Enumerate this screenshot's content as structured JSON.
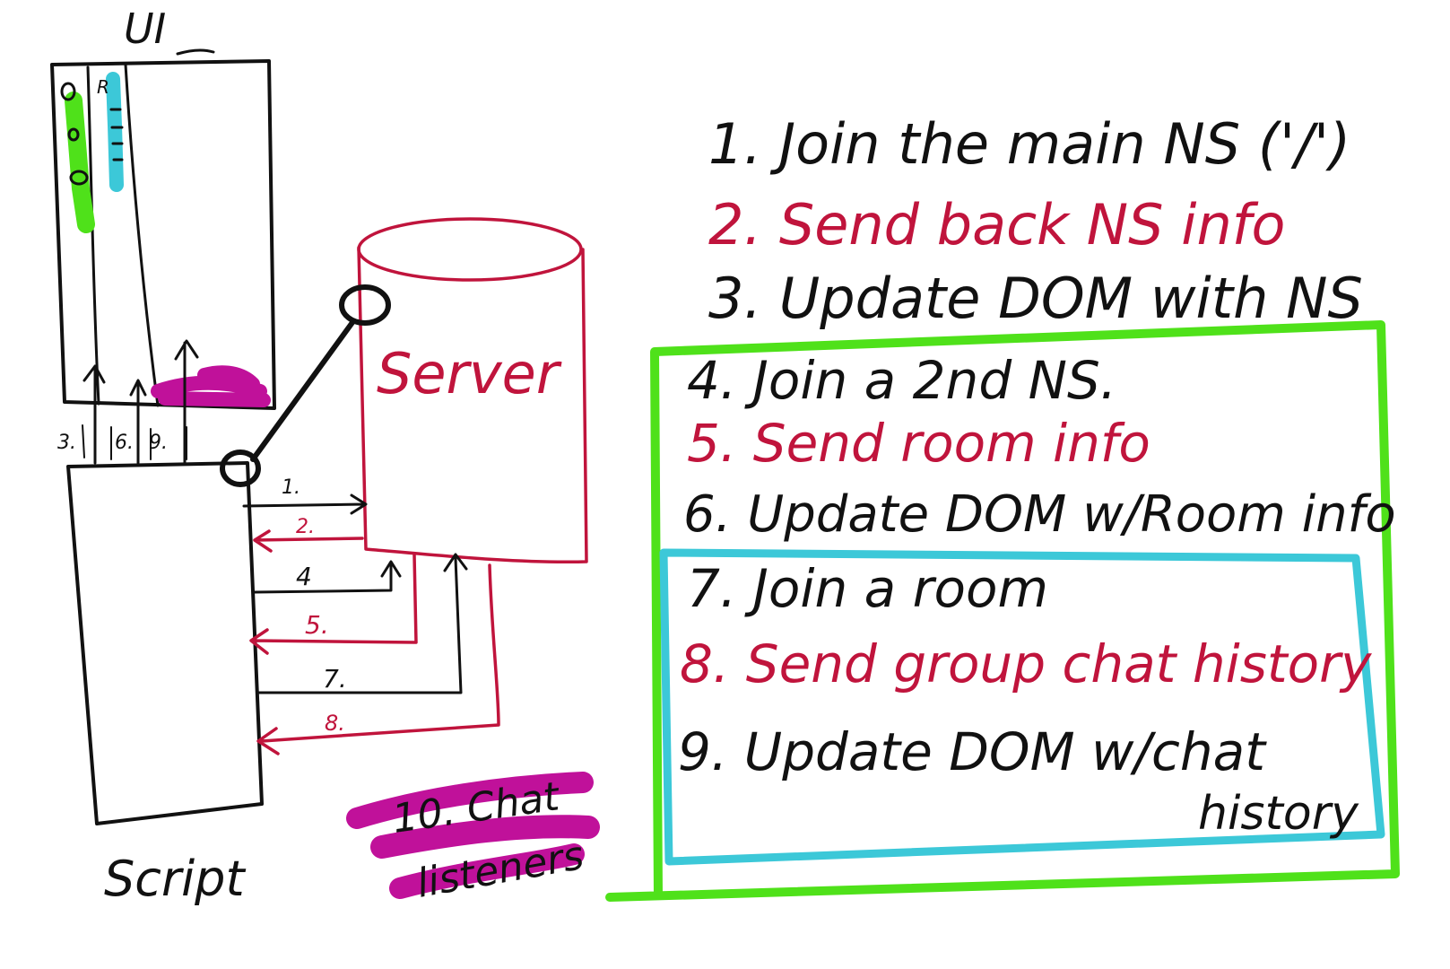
{
  "diagram": {
    "ui_label": "UI",
    "ui_column_marks": [
      "R"
    ],
    "server_label": "Server",
    "script_label": "Script",
    "arrow_labels": {
      "a1": "1.",
      "a2": "2.",
      "a3": "3.",
      "a4": "4",
      "a5": "5.",
      "a6": "6.",
      "a7": "7.",
      "a8": "8.",
      "a9": "9."
    },
    "highlight_note_line1": "10. Chat",
    "highlight_note_line2": "listeners"
  },
  "steps": [
    {
      "text": "1. Join the main NS ('/')",
      "color": "#111111"
    },
    {
      "text": "2. Send back NS info",
      "color": "#c0143c"
    },
    {
      "text": "3. Update DOM with NS",
      "color": "#111111"
    },
    {
      "text": "4. Join a 2nd NS.",
      "color": "#111111"
    },
    {
      "text": "5. Send room info",
      "color": "#c0143c"
    },
    {
      "text": "6. Update DOM w/Room info",
      "color": "#111111"
    },
    {
      "text": "7. Join a room",
      "color": "#111111"
    },
    {
      "text": "8. Send group chat history",
      "color": "#c0143c"
    },
    {
      "text": "9. Update DOM w/chat",
      "color": "#111111"
    },
    {
      "text": "history",
      "color": "#111111"
    }
  ],
  "colors": {
    "ink": "#111111",
    "red": "#c0143c",
    "green": "#4fe11a",
    "cyan": "#3cc8d8",
    "magenta": "#c0119a"
  }
}
